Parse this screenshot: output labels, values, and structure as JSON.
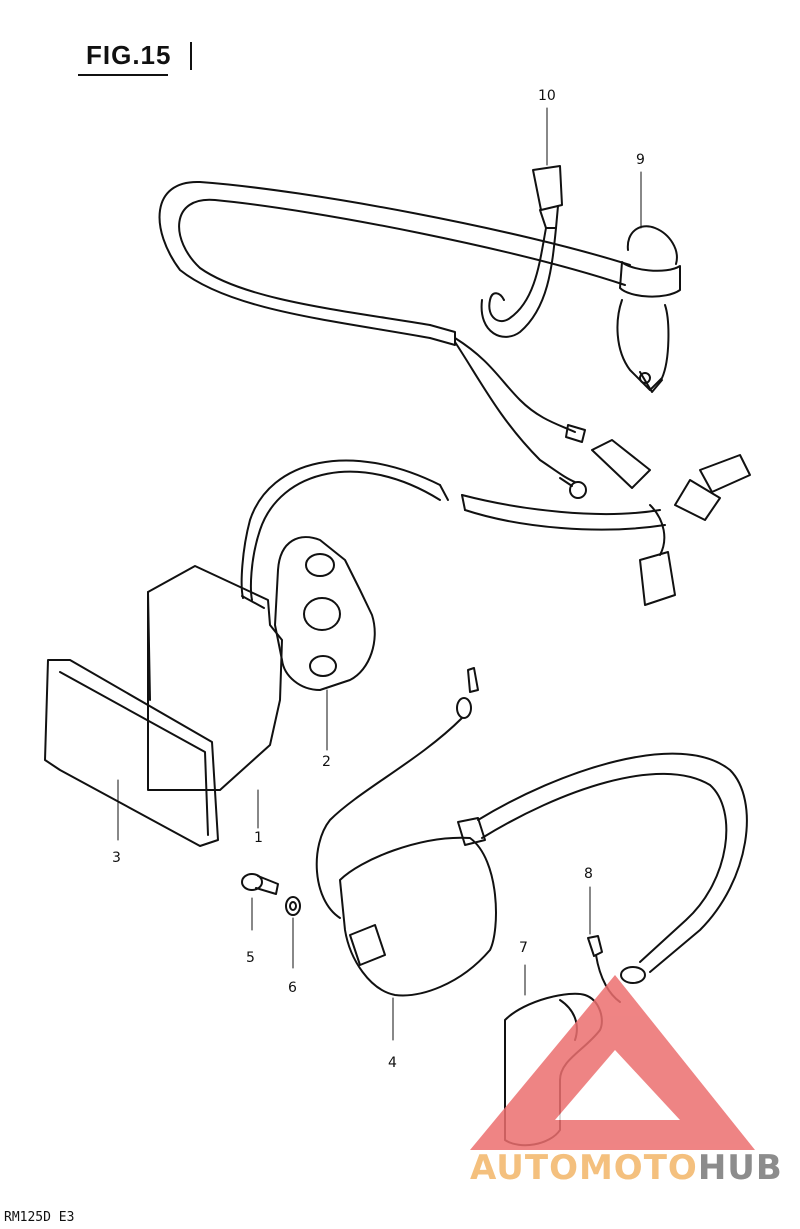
{
  "figure": {
    "title": "FIG.15"
  },
  "callouts": [
    {
      "id": "1",
      "text": "1"
    },
    {
      "id": "2",
      "text": "2"
    },
    {
      "id": "3",
      "text": "3"
    },
    {
      "id": "4",
      "text": "4"
    },
    {
      "id": "5",
      "text": "5"
    },
    {
      "id": "6",
      "text": "6"
    },
    {
      "id": "7",
      "text": "7"
    },
    {
      "id": "8",
      "text": "8"
    },
    {
      "id": "9",
      "text": "9"
    },
    {
      "id": "10",
      "text": "10"
    }
  ],
  "footer": {
    "model_code": "RM125D E3"
  },
  "watermark": {
    "text_part1": "AUTOMOTO",
    "text_part2": "HUB",
    "triangle_color": "#ec6f6f",
    "text_color_1": "#f4c07e",
    "text_color_2": "#8c8c8c"
  },
  "colors": {
    "line": "#111111",
    "background": "#ffffff"
  }
}
